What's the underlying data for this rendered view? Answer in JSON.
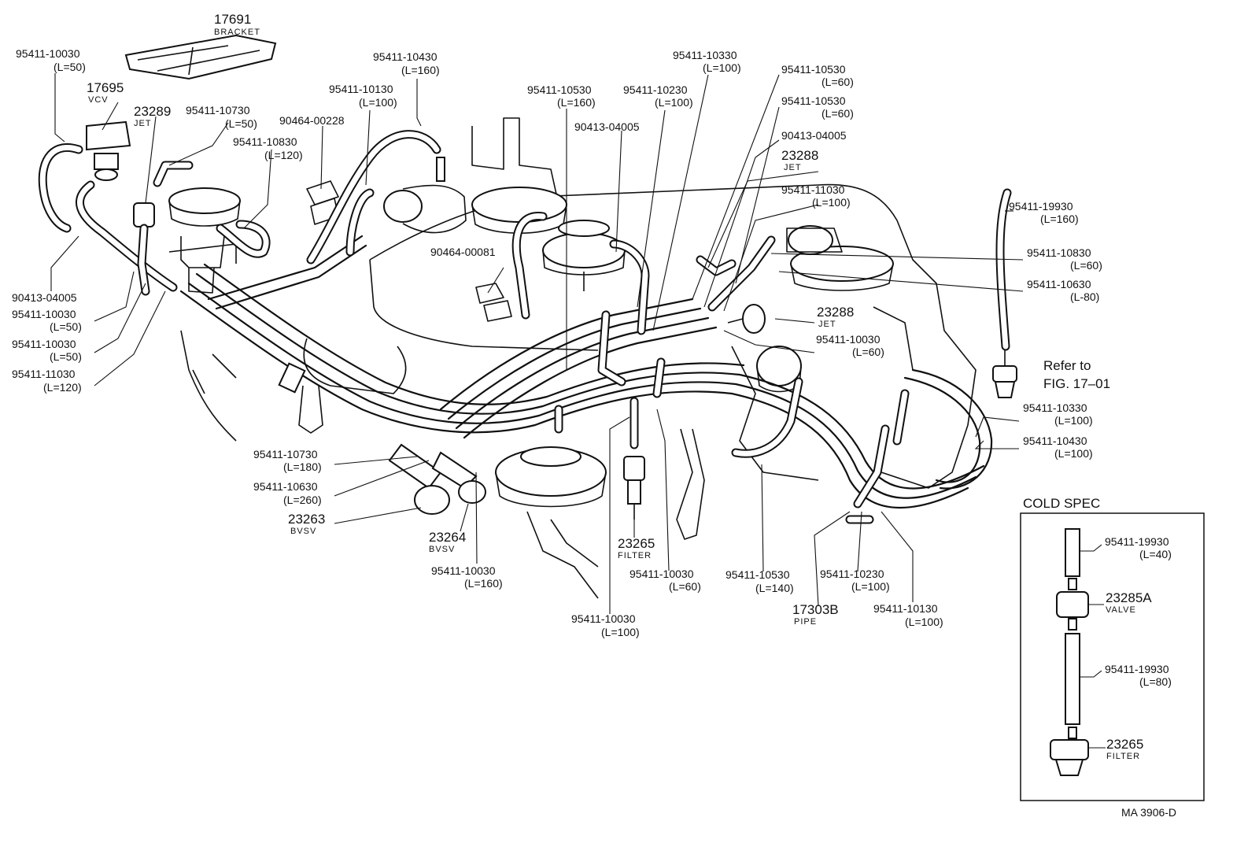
{
  "parts": [
    {
      "id": "p1",
      "number": "95411-10030",
      "length": "(L=50)"
    },
    {
      "id": "p2",
      "number": "17691",
      "sub": "BRACKET"
    },
    {
      "id": "p3",
      "number": "17695",
      "sub": "VCV"
    },
    {
      "id": "p4",
      "number": "23289",
      "sub": "JET"
    },
    {
      "id": "p5",
      "number": "95411-10730",
      "length": "(L=50)"
    },
    {
      "id": "p6",
      "number": "95411-10830",
      "length": "(L=120)"
    },
    {
      "id": "p7",
      "number": "90464-00228"
    },
    {
      "id": "p8",
      "number": "95411-10130",
      "length": "(L=100)"
    },
    {
      "id": "p9",
      "number": "95411-10430",
      "length": "(L=160)"
    },
    {
      "id": "p10",
      "number": "95411-10530",
      "length": "(L=160)"
    },
    {
      "id": "p11",
      "number": "90413-04005"
    },
    {
      "id": "p12",
      "number": "95411-10230",
      "length": "(L=100)"
    },
    {
      "id": "p13",
      "number": "95411-10330",
      "length": "(L=100)"
    },
    {
      "id": "p14",
      "number": "95411-10530",
      "length": "(L=60)"
    },
    {
      "id": "p15",
      "number": "95411-10530",
      "length": "(L=60)"
    },
    {
      "id": "p16",
      "number": "90413-04005"
    },
    {
      "id": "p17",
      "number": "23288",
      "sub": "JET"
    },
    {
      "id": "p18",
      "number": "95411-11030",
      "length": "(L=100)"
    },
    {
      "id": "p19",
      "number": "95411-19930",
      "length": "(L=160)"
    },
    {
      "id": "p20",
      "number": "95411-10830",
      "length": "(L=60)"
    },
    {
      "id": "p21",
      "number": "95411-10630",
      "length": "(L-80)"
    },
    {
      "id": "p22",
      "number": "23288",
      "sub": "JET"
    },
    {
      "id": "p23",
      "number": "95411-10030",
      "length": "(L=60)"
    },
    {
      "id": "p24",
      "number": "90464-00081"
    },
    {
      "id": "p25",
      "number": "90413-04005"
    },
    {
      "id": "p26",
      "number": "95411-10030",
      "length": "(L=50)"
    },
    {
      "id": "p27",
      "number": "95411-10030",
      "length": "(L=50)"
    },
    {
      "id": "p28",
      "number": "95411-11030",
      "length": "(L=120)"
    },
    {
      "id": "p29",
      "number": "95411-10330",
      "length": "(L=100)"
    },
    {
      "id": "p30",
      "number": "95411-10430",
      "length": "(L=100)"
    },
    {
      "id": "p31",
      "number": "95411-10730",
      "length": "(L=180)"
    },
    {
      "id": "p32",
      "number": "95411-10630",
      "length": "(L=260)"
    },
    {
      "id": "p33",
      "number": "23263",
      "sub": "BVSV"
    },
    {
      "id": "p34",
      "number": "23264",
      "sub": "BVSV"
    },
    {
      "id": "p35",
      "number": "95411-10030",
      "length": "(L=160)"
    },
    {
      "id": "p36",
      "number": "23265",
      "sub": "FILTER"
    },
    {
      "id": "p37",
      "number": "95411-10030",
      "length": "(L=60)"
    },
    {
      "id": "p38",
      "number": "95411-10530",
      "length": "(L=140)"
    },
    {
      "id": "p39",
      "number": "95411-10230",
      "length": "(L=100)"
    },
    {
      "id": "p40",
      "number": "95411-10130",
      "length": "(L=100)"
    },
    {
      "id": "p41",
      "number": "17303B",
      "sub": "PIPE"
    },
    {
      "id": "p42",
      "number": "95411-10030",
      "length": "(L=100)"
    }
  ],
  "refer": {
    "line1": "Refer to",
    "line2": "FIG. 17–01"
  },
  "cold_spec": {
    "title": "COLD SPEC",
    "items": [
      {
        "number": "95411-19930",
        "length": "(L=40)"
      },
      {
        "number": "23285A",
        "sub": "VALVE"
      },
      {
        "number": "95411-19930",
        "length": "(L=80)"
      },
      {
        "number": "23265",
        "sub": "FILTER"
      }
    ]
  },
  "diagram_code": "MA  3906-D"
}
